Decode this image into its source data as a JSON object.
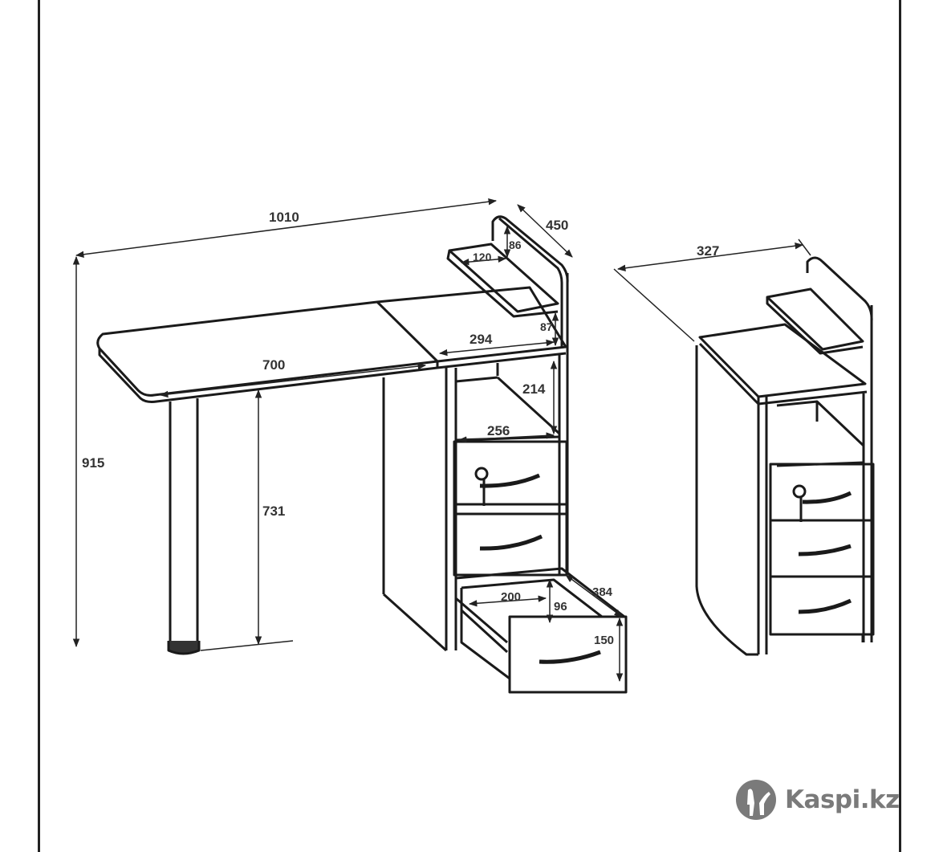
{
  "dimensions": {
    "overall_width": "1010",
    "depth": "450",
    "shelf_back_height": "86",
    "shelf_depth": "120",
    "shelf_gap": "87",
    "cabinet_top_width": "294",
    "tabletop_width": "700",
    "niche_height": "214",
    "niche_width": "256",
    "overall_height": "915",
    "leg_height": "731",
    "drawer_inner_width": "200",
    "drawer_inner_height": "96",
    "drawer_depth": "384",
    "drawer_front_height": "150",
    "folded_width": "327"
  },
  "watermark": {
    "text": "Kaspi.kz"
  }
}
